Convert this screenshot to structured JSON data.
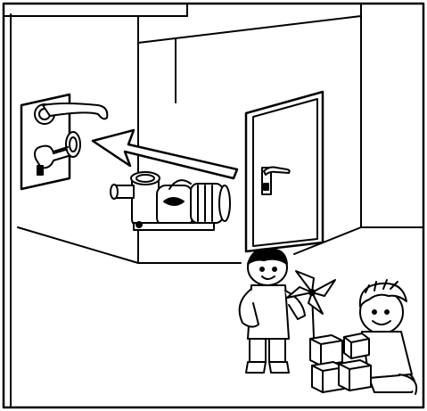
{
  "illustration": {
    "style": "black-and-white line drawing",
    "stroke_color": "#000000",
    "fill_color": "#ffffff",
    "subjects": [
      "room-corner",
      "door-with-lever-handle",
      "door-handle-detail",
      "lock-and-key-detail",
      "pool-pump",
      "arrow",
      "child-with-pinwheel",
      "child-with-blocks"
    ],
    "text": []
  }
}
